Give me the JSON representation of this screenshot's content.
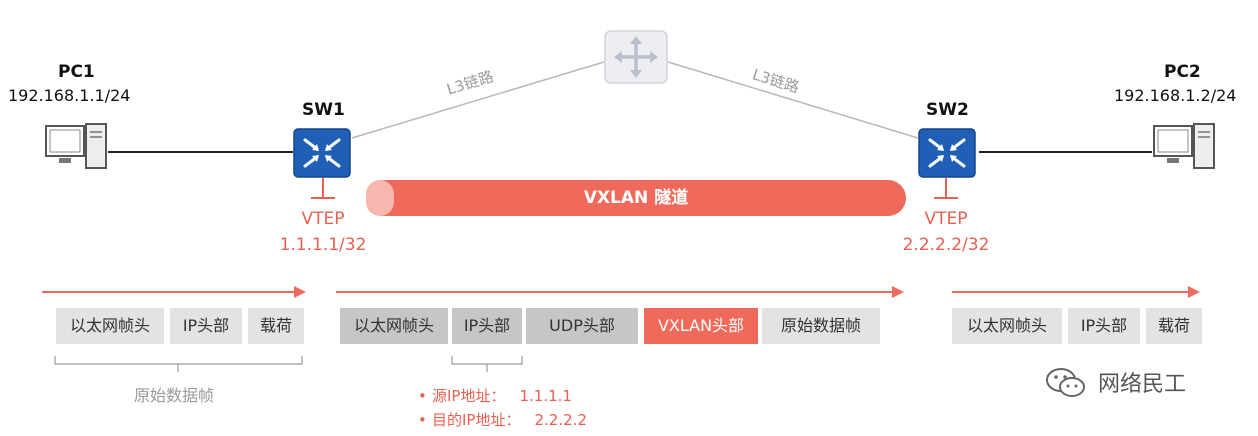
{
  "colors": {
    "accent": "#ef6a5a",
    "switch": "#1f5fb5",
    "gray_link": "#b8b8b8"
  },
  "pc1": {
    "name": "PC1",
    "ip": "192.168.1.1/24",
    "icon": "desktop-computer-icon"
  },
  "pc2": {
    "name": "PC2",
    "ip": "192.168.1.2/24",
    "icon": "desktop-computer-icon"
  },
  "sw1": {
    "name": "SW1",
    "vtep_label": "VTEP",
    "vtep_ip": "1.1.1.1/32",
    "icon": "switch-icon"
  },
  "sw2": {
    "name": "SW2",
    "vtep_label": "VTEP",
    "vtep_ip": "2.2.2.2/32",
    "icon": "switch-icon"
  },
  "router": {
    "icon": "router-icon"
  },
  "links": {
    "left": "L3链路",
    "right": "L3链路"
  },
  "tunnel": {
    "label": "VXLAN 隧道"
  },
  "frame_left": {
    "cells": [
      "以太网帧头",
      "IP头部",
      "载荷"
    ],
    "bracket_label": "原始数据帧"
  },
  "frame_middle": {
    "cells": [
      "以太网帧头",
      "IP头部",
      "UDP头部",
      "VXLAN头部",
      "原始数据帧"
    ]
  },
  "frame_right": {
    "cells": [
      "以太网帧头",
      "IP头部",
      "载荷"
    ]
  },
  "ip_notes": [
    {
      "bullet": "•",
      "label": "源IP地址：",
      "value": "1.1.1.1"
    },
    {
      "bullet": "•",
      "label": "目的IP地址：",
      "value": "2.2.2.2"
    }
  ],
  "watermark": {
    "text": "网络民工",
    "icon": "wechat-icon"
  }
}
